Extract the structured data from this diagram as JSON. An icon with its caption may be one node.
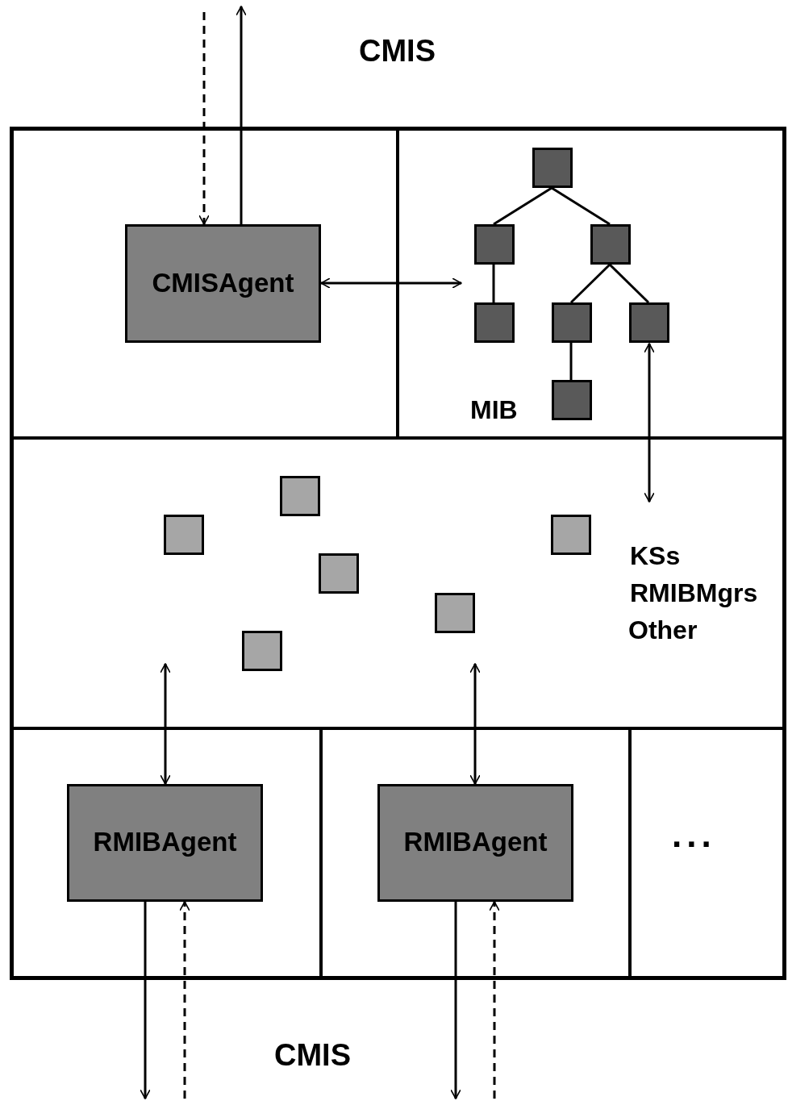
{
  "diagram": {
    "nodes": [
      {
        "text": [],
        "shape": "box"
      },
      {
        "text": [],
        "shape": "box",
        "in": 0
      },
      {
        "text": [
          "MIB"
        ],
        "in": 0
      },
      {
        "text": [
          "CMISAgent"
        ],
        "in": 1
      },
      {
        "text": [],
        "shape": "box",
        "in": 2
      },
      {
        "text": [],
        "shape": "box",
        "in": 2
      },
      {
        "text": [],
        "shape": "box",
        "in": 2
      },
      {
        "text": [],
        "shape": "box",
        "in": 2
      },
      {
        "text": [],
        "shape": "box",
        "in": 2
      },
      {
        "text": [],
        "shape": "box",
        "in": 2
      },
      {
        "text": [],
        "shape": "box",
        "in": 2
      },
      {
        "text": [
          "KSs",
          "RMIBMgrs",
          "Other"
        ],
        "in": 0
      },
      {
        "text": [],
        "shape": "box",
        "in": 11
      },
      {
        "text": [],
        "shape": "box",
        "in": 11
      },
      {
        "text": [],
        "shape": "box",
        "in": 11
      },
      {
        "text": [],
        "shape": "box",
        "in": 11
      },
      {
        "text": [],
        "shape": "box",
        "in": 11
      },
      {
        "text": [],
        "shape": "box",
        "in": 11
      },
      {
        "text": [],
        "shape": "box",
        "in": 0
      },
      {
        "text": [],
        "shape": "box",
        "in": 0
      },
      {
        "text": [
          "..."
        ],
        "in": 0
      },
      {
        "text": [
          "RMIBAgent"
        ],
        "in": 18
      },
      {
        "text": [
          "RMIBAgent"
        ],
        "in": 19
      }
    ],
    "edges": [
      {
        "from": null,
        "to": 3,
        "arrow": "to",
        "style": "dashed"
      },
      {
        "from": 3,
        "to": null,
        "arrow": "to"
      },
      {
        "from": 3,
        "to": 5,
        "arrow": "both"
      },
      {
        "from": 4,
        "to": 5,
        "arrow": "none"
      },
      {
        "from": 4,
        "to": 6,
        "arrow": "none"
      },
      {
        "from": 5,
        "to": 7,
        "arrow": "none"
      },
      {
        "from": 6,
        "to": 8,
        "arrow": "none"
      },
      {
        "from": 6,
        "to": 9,
        "arrow": "none"
      },
      {
        "from": 8,
        "to": 10,
        "arrow": "none"
      },
      {
        "from": 9,
        "to": null,
        "arrow": "both"
      },
      {
        "from": null,
        "to": 21,
        "arrow": "both"
      },
      {
        "from": 16,
        "to": 22,
        "arrow": "both"
      },
      {
        "from": 21,
        "to": null,
        "arrow": "to"
      },
      {
        "from": null,
        "to": 21,
        "arrow": "to",
        "style": "dashed"
      },
      {
        "from": 22,
        "to": null,
        "arrow": "to"
      },
      {
        "from": null,
        "to": 22,
        "arrow": "to",
        "style": "dashed"
      }
    ],
    "labels": [
      "CMIS",
      "CMIS"
    ]
  }
}
